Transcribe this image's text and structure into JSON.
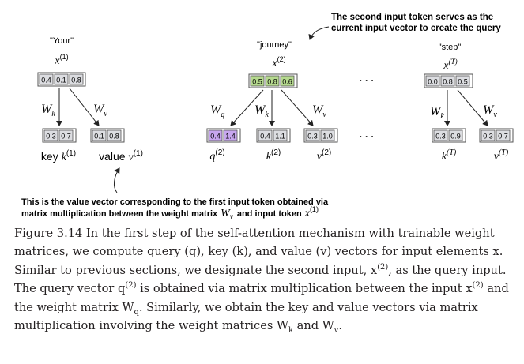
{
  "diagram": {
    "callout_top_line1": "The second input token serves as the",
    "callout_top_line2": "current input vector to create the query",
    "callout_bottom_line1": "This is the value vector corresponding to the first input token obtained via",
    "callout_bottom_line2_a": "matrix multiplication between the weight matrix",
    "callout_bottom_line2_b": "and input token",
    "ellipsis": "· · ·",
    "tokens": [
      {
        "word": "\"Your\"",
        "x_label": "x",
        "x_sup": "(1)",
        "x_values": [
          "0.4",
          "0.1",
          "0.8"
        ],
        "x_color": "#dcdde1",
        "weights": [
          {
            "W_sub": "k",
            "values": [
              "0.3",
              "0.7"
            ],
            "color": "#dcdde1",
            "label_pre": "key ",
            "label": "k",
            "label_sup": "(1)"
          },
          {
            "W_sub": "v",
            "values": [
              "0.1",
              "0.8"
            ],
            "color": "#dcdde1",
            "label_pre": "value ",
            "label": "v",
            "label_sup": "(1)"
          }
        ]
      },
      {
        "word": "\"journey\"",
        "x_label": "x",
        "x_sup": "(2)",
        "x_values": [
          "0.5",
          "0.8",
          "0.6"
        ],
        "x_color": "#b5d98e",
        "weights": [
          {
            "W_sub": "q",
            "values": [
              "0.4",
              "1.4"
            ],
            "color": "#c7a6ee",
            "label": "q",
            "label_sup": "(2)"
          },
          {
            "W_sub": "k",
            "values": [
              "0.4",
              "1.1"
            ],
            "color": "#dcdde1",
            "label": "k",
            "label_sup": "(2)"
          },
          {
            "W_sub": "v",
            "values": [
              "0.3",
              "1.0"
            ],
            "color": "#dcdde1",
            "label": "v",
            "label_sup": "(2)"
          }
        ]
      },
      {
        "word": "\"step\"",
        "x_label": "x",
        "x_sup": "(T)",
        "x_values": [
          "0.0",
          "0.8",
          "0.5"
        ],
        "x_color": "#dcdde1",
        "weights": [
          {
            "W_sub": "k",
            "values": [
              "0.3",
              "0.9"
            ],
            "color": "#dcdde1",
            "label": "k",
            "label_sup": "(T)"
          },
          {
            "W_sub": "v",
            "values": [
              "0.3",
              "0.7"
            ],
            "color": "#dcdde1",
            "label": "v",
            "label_sup": "(T)"
          }
        ]
      }
    ]
  },
  "caption": {
    "text_before_x": "Figure 3.14 In the first step of the self-attention mechanism with trainable weight matrices, we compute query (q), key (k), and value (v) vectors for input elements x. Similar to previous sections, we designate the second input, ",
    "x": "x",
    "x_sup": "(2)",
    "text_after_x": ", as the query input. The query vector ",
    "q": "q",
    "q_sup": "(2)",
    "text_after_q": " is obtained via matrix multiplication between the input ",
    "x2": "x",
    "x2_sup": "(2)",
    "text_after_x2": " and the weight matrix ",
    "Wq": "W",
    "Wq_sub": "q",
    "text_after_Wq": ". Similarly, we obtain the key and value vectors via matrix multiplication involving the weight matrices ",
    "Wk": "W",
    "Wk_sub": "k",
    "and": " and ",
    "Wv": "W",
    "Wv_sub": "v",
    "end": "."
  }
}
